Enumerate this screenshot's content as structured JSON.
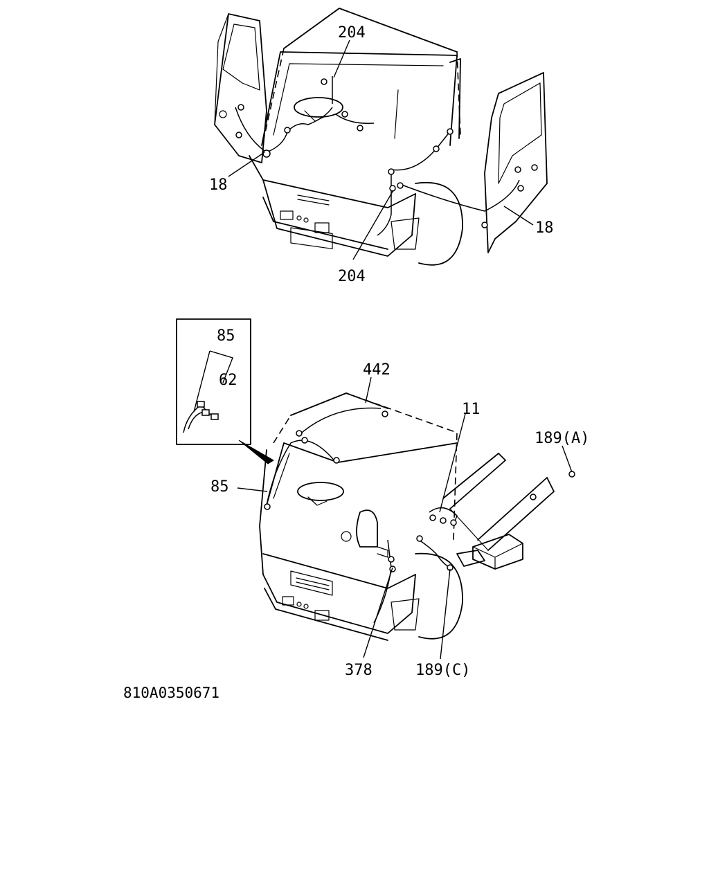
{
  "upper_view": {
    "labels": {
      "top_204": "204",
      "left_18": "18",
      "right_18": "18",
      "bottom_204": "204"
    }
  },
  "lower_view": {
    "inset_labels": {
      "top_85": "85",
      "inner_62": "62"
    },
    "labels": {
      "label_442": "442",
      "label_11": "11",
      "label_189a": "189(A)",
      "label_85": "85",
      "label_378": "378",
      "label_189c": "189(C)"
    }
  },
  "drawing_code": "810A0350671"
}
